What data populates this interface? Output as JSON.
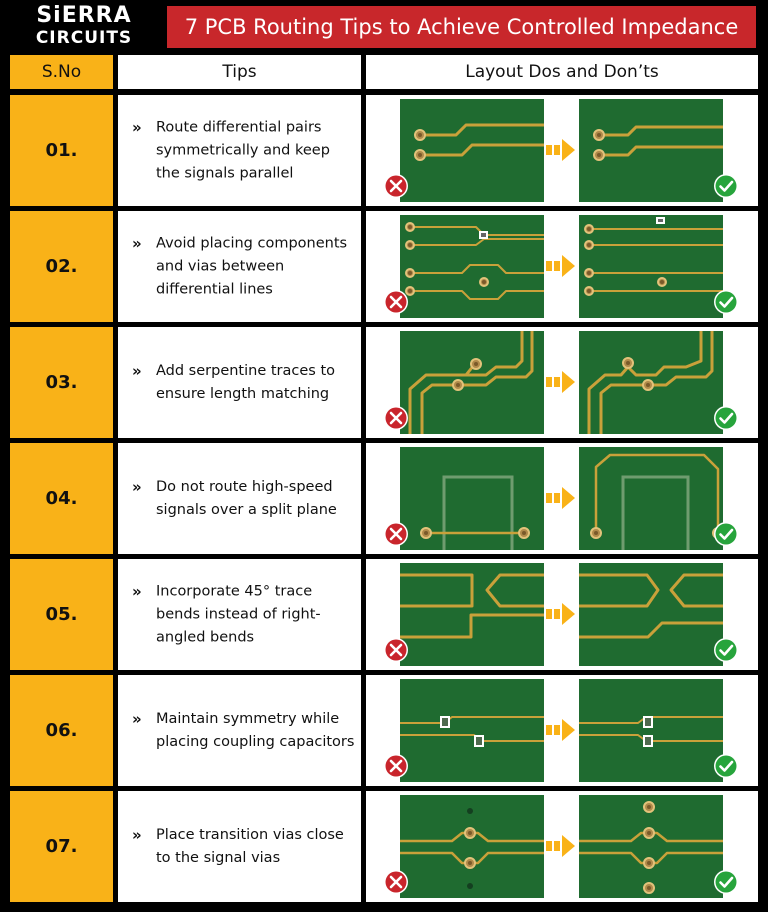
{
  "brand": {
    "top": "SiERRA",
    "bottom": "CIRCUITS"
  },
  "title": "7 PCB Routing Tips to Achieve Controlled Impedance",
  "columns": {
    "sno": "S.No",
    "tips": "Tips",
    "layout": "Layout Dos and Don’ts"
  },
  "chevron": "»",
  "colors": {
    "header_red": "#c8272b",
    "accent_yellow": "#f9b218",
    "pcb_green": "#1f6b30",
    "trace_gold": "#c9a13a",
    "wrong_red": "#c9252c",
    "right_green": "#27a43c"
  },
  "rows": [
    {
      "num": "01.",
      "tip": "Route differential pairs symmetrically and keep the signals parallel",
      "wrong_icon": "x-icon",
      "right_icon": "check-icon"
    },
    {
      "num": "02.",
      "tip": "Avoid placing components and vias between differential lines",
      "wrong_icon": "x-icon",
      "right_icon": "check-icon"
    },
    {
      "num": "03.",
      "tip": "Add serpentine traces to ensure length matching",
      "wrong_icon": "x-icon",
      "right_icon": "check-icon"
    },
    {
      "num": "04.",
      "tip": "Do not route high-speed signals over a split plane",
      "wrong_icon": "x-icon",
      "right_icon": "check-icon"
    },
    {
      "num": "05.",
      "tip": "Incorporate 45° trace bends instead of right-angled bends",
      "wrong_icon": "x-icon",
      "right_icon": "check-icon"
    },
    {
      "num": "06.",
      "tip": "Maintain symmetry while placing coupling capacitors",
      "wrong_icon": "x-icon",
      "right_icon": "check-icon"
    },
    {
      "num": "07.",
      "tip": "Place transition vias close to the signal vias",
      "wrong_icon": "x-icon",
      "right_icon": "check-icon"
    }
  ]
}
